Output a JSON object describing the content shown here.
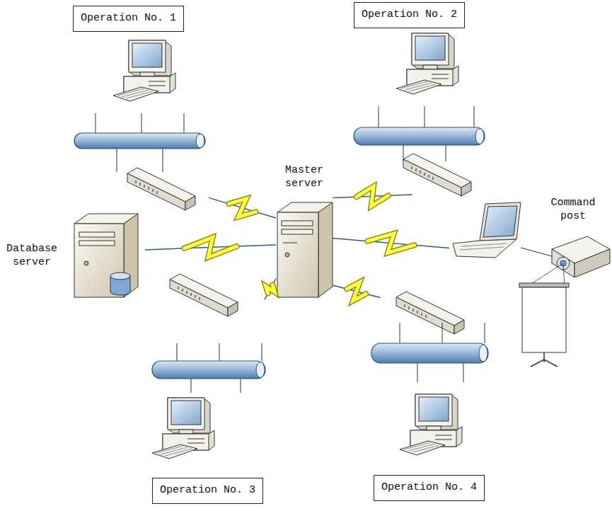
{
  "diagram": {
    "nodes": [
      {
        "text": [
          "Operation No. 1"
        ]
      },
      {
        "text": [
          "Operation No. 2"
        ]
      },
      {
        "text": [
          "Master server"
        ]
      },
      {
        "text": [
          "Command post"
        ]
      },
      {
        "text": [
          "Database server"
        ]
      },
      {
        "text": [
          "Operation No. 3"
        ]
      },
      {
        "text": [
          "Operation No. 4"
        ]
      }
    ],
    "edges": [
      {
        "from": 2,
        "to": 0,
        "arrow": "none"
      },
      {
        "from": 2,
        "to": 1,
        "arrow": "none"
      },
      {
        "from": 2,
        "to": 3,
        "arrow": "none"
      },
      {
        "from": 2,
        "to": 4,
        "arrow": "none"
      },
      {
        "from": 2,
        "to": 5,
        "arrow": "none"
      },
      {
        "from": 2,
        "to": 6,
        "arrow": "none"
      }
    ]
  }
}
